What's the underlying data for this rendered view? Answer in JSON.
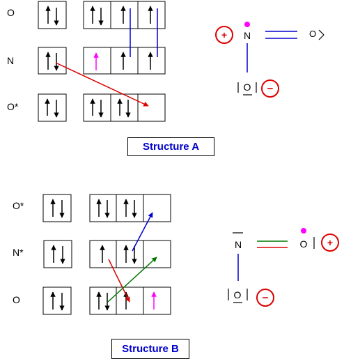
{
  "colors": {
    "up_arrow": "#000000",
    "down_arrow": "#000000",
    "unpaired_electron": "#ff00ff",
    "bond_line": "#0000cc",
    "red_arrow": "#dd0000",
    "green_arrow": "#007700",
    "blue_arrow": "#0000cc",
    "charge_circle": "#dd0000",
    "bond_double_top": "#007700",
    "bond_double_bottom": "#dd0000",
    "caption_text": "#0000cc"
  },
  "structure_a": {
    "row_labels": [
      "O",
      "N",
      "O*"
    ],
    "caption": "Structure A",
    "lewis": {
      "nitrogen": "N",
      "oxygen_right": "O",
      "oxygen_bottom": "O",
      "plus": "+",
      "minus": "−"
    }
  },
  "structure_b": {
    "row_labels": [
      "O*",
      "N*",
      "O"
    ],
    "caption": "Structure B",
    "lewis": {
      "nitrogen": "N",
      "oxygen_right": "O",
      "oxygen_bottom": "O",
      "plus": "+",
      "minus": "−"
    }
  }
}
